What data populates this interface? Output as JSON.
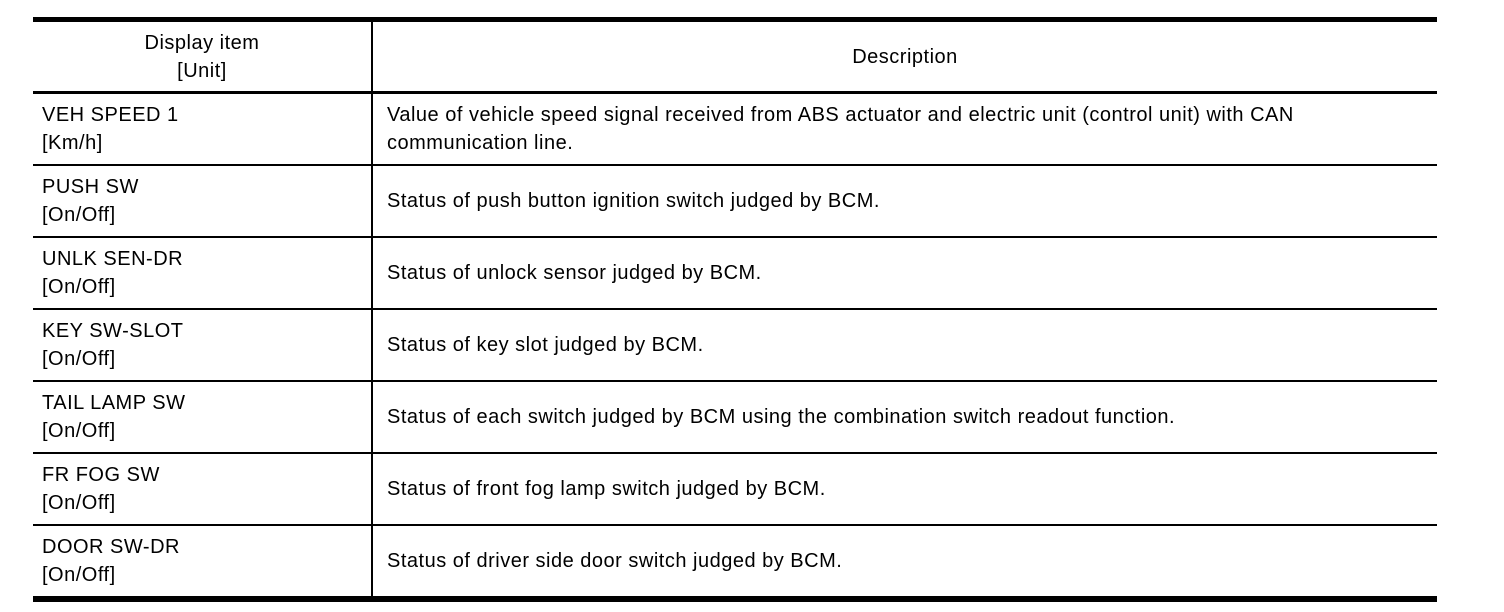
{
  "table": {
    "header": {
      "display_item_label": "Display item",
      "unit_label": "[Unit]",
      "description_label": "Description"
    },
    "rows": [
      {
        "item": "VEH SPEED 1",
        "unit": "[Km/h]",
        "description": "Value of vehicle speed signal received from ABS actuator and electric unit (control unit) with CAN communication line."
      },
      {
        "item": "PUSH SW",
        "unit": "[On/Off]",
        "description": "Status of push button ignition switch judged by BCM."
      },
      {
        "item": "UNLK SEN-DR",
        "unit": "[On/Off]",
        "description": "Status of unlock sensor judged by BCM."
      },
      {
        "item": "KEY SW-SLOT",
        "unit": "[On/Off]",
        "description": "Status of key slot judged by BCM."
      },
      {
        "item": "TAIL LAMP SW",
        "unit": "[On/Off]",
        "description": "Status of each switch judged by BCM using the combination switch readout function."
      },
      {
        "item": "FR FOG SW",
        "unit": "[On/Off]",
        "description": "Status of front fog lamp switch judged by BCM."
      },
      {
        "item": "DOOR SW-DR",
        "unit": "[On/Off]",
        "description": "Status of driver side door switch judged by BCM."
      }
    ],
    "colors": {
      "border": "#000000",
      "text": "#000000",
      "background": "#ffffff"
    }
  }
}
